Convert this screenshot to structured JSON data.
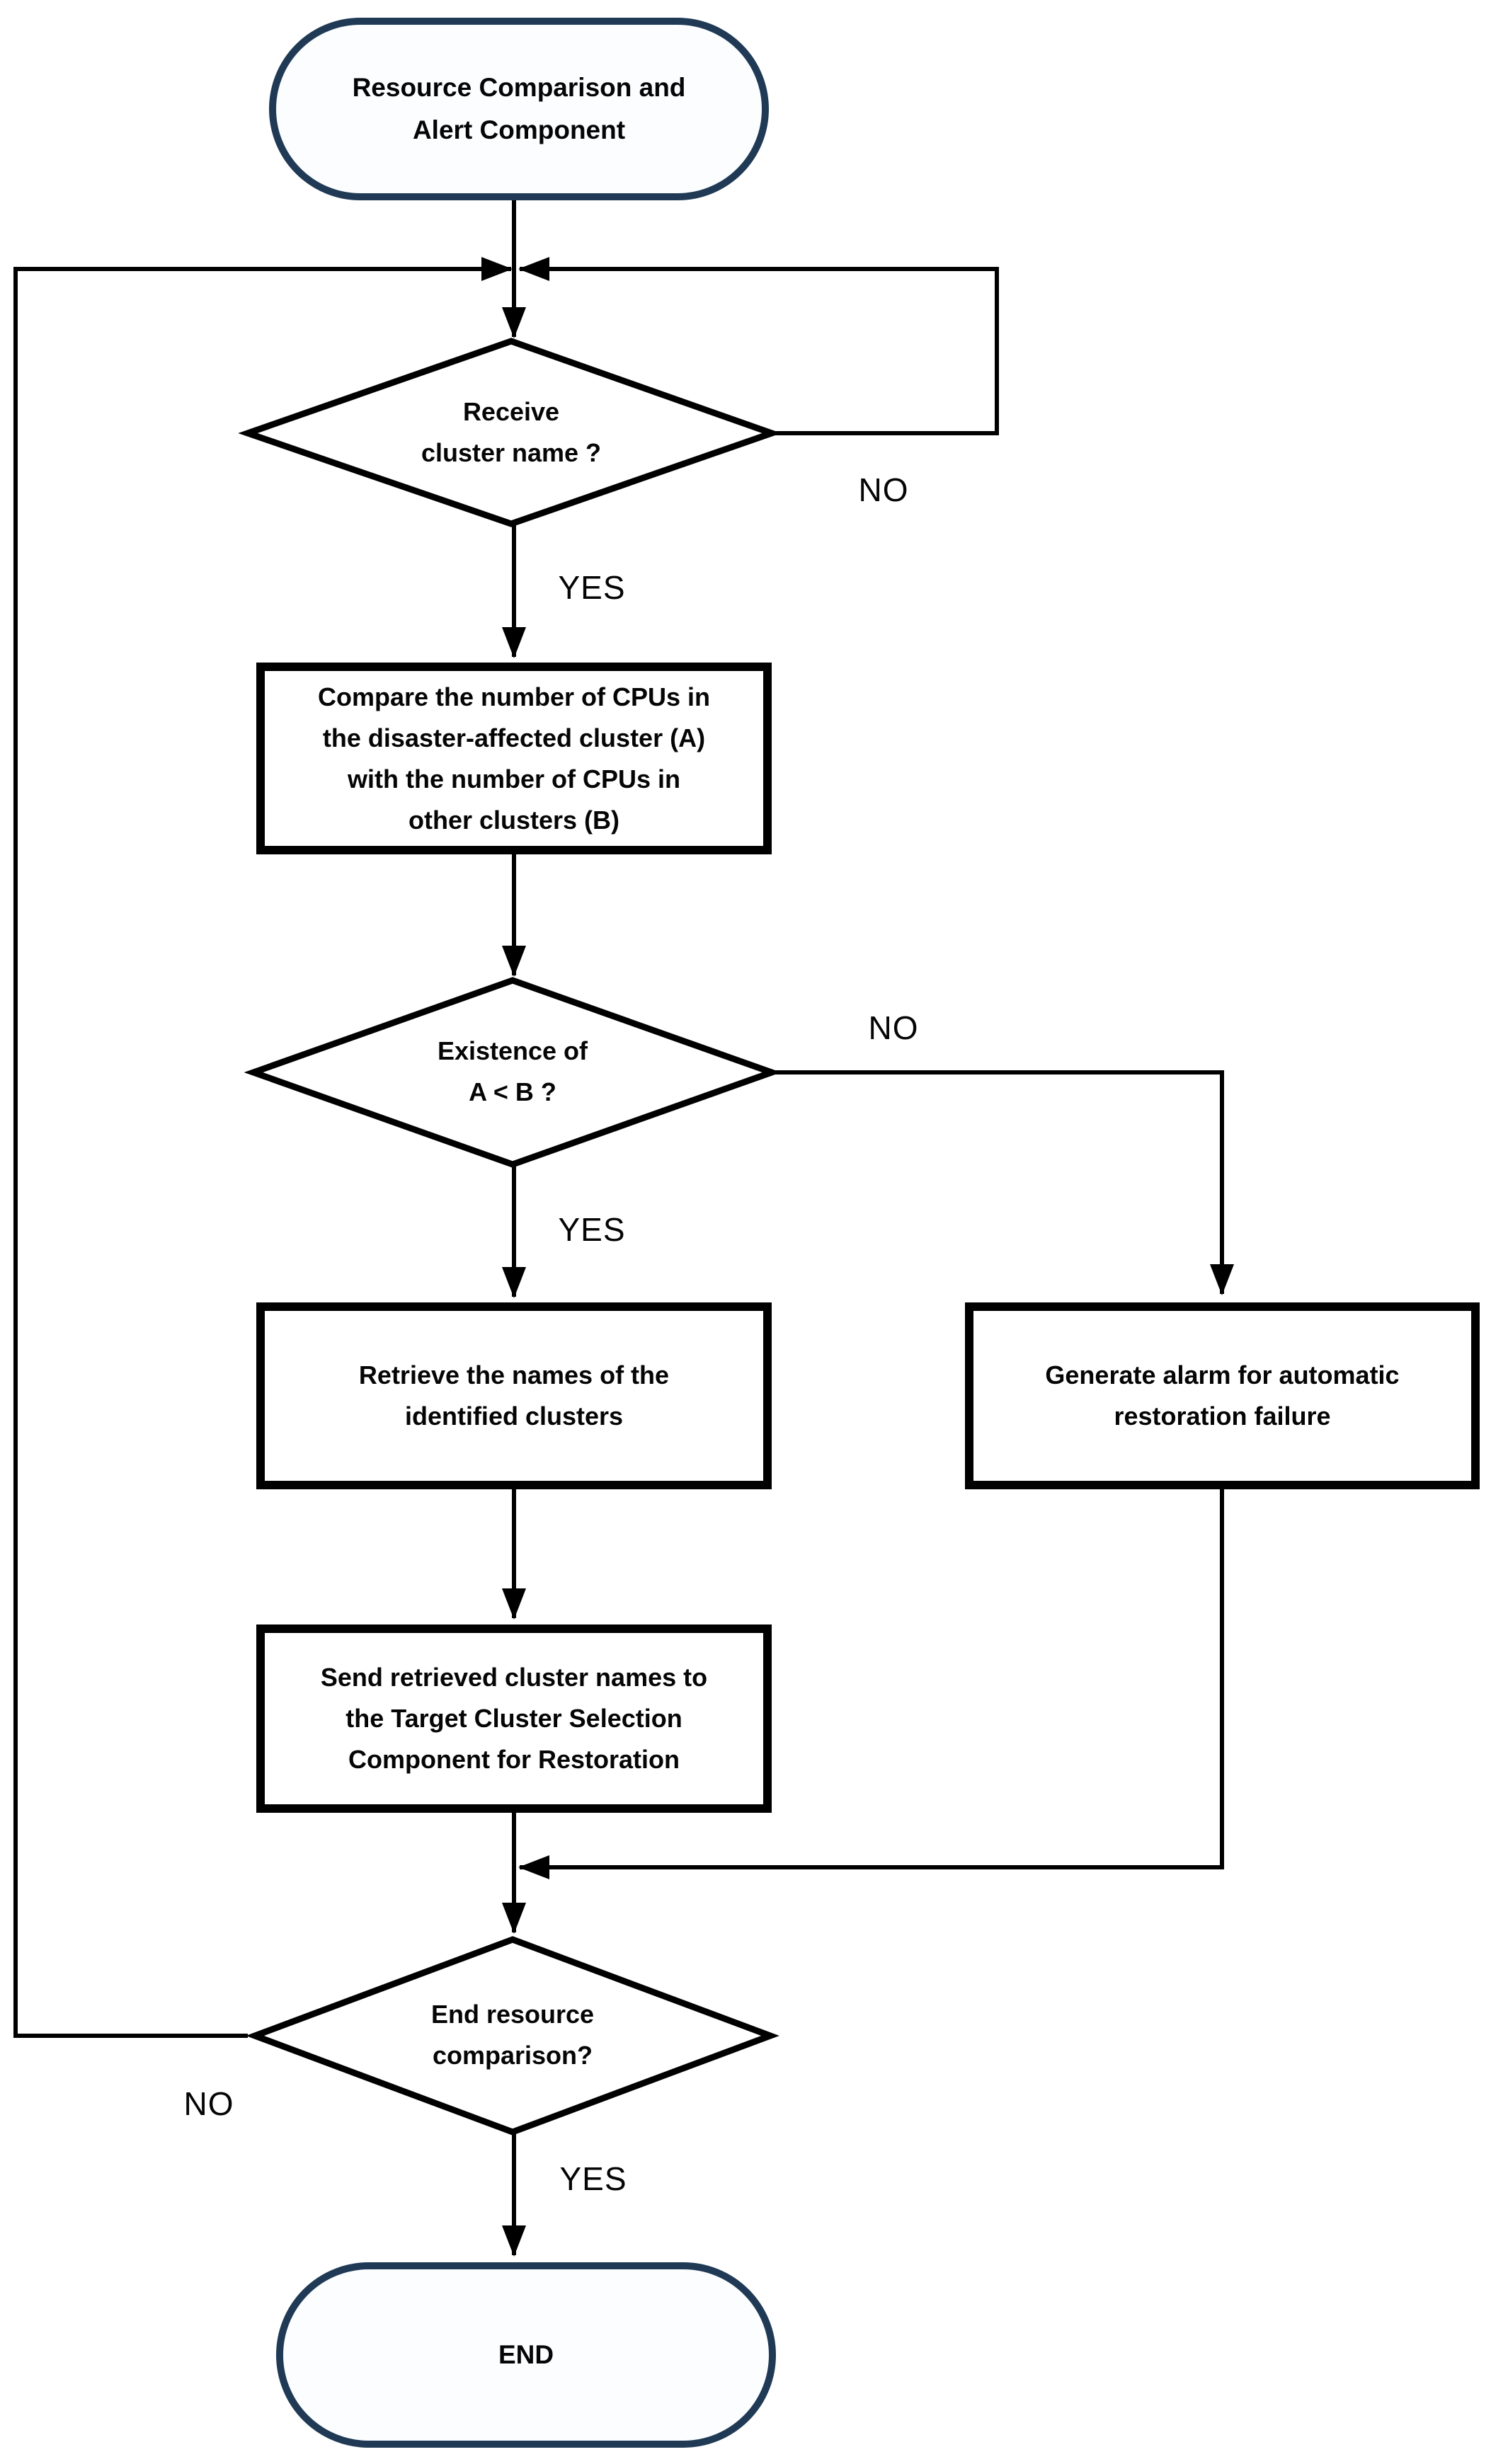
{
  "nodes": {
    "start": {
      "label": "Resource Comparison and\nAlert Component"
    },
    "receive": {
      "label": "Receive\ncluster name ?"
    },
    "compare": {
      "label": "Compare the number of CPUs in\nthe disaster-affected cluster (A)\nwith the number of CPUs in\nother clusters (B)"
    },
    "exist": {
      "label": "Existence of\nA < B ?"
    },
    "retrieve": {
      "label": "Retrieve the names of the\nidentified clusters"
    },
    "alarm": {
      "label": "Generate alarm for automatic\nrestoration failure"
    },
    "send": {
      "label": "Send retrieved cluster names to\nthe Target Cluster Selection\nComponent for Restoration"
    },
    "endq": {
      "label": "End resource\ncomparison?"
    },
    "end": {
      "label": "END"
    }
  },
  "edge_labels": {
    "receive_no": "NO",
    "receive_yes": "YES",
    "exist_no": "NO",
    "exist_yes": "YES",
    "endq_no": "NO",
    "endq_yes": "YES"
  },
  "colors": {
    "terminator_border": "#203a56",
    "shape_border": "#000000",
    "connector": "#000000",
    "text": "#050505",
    "background": "#ffffff"
  }
}
